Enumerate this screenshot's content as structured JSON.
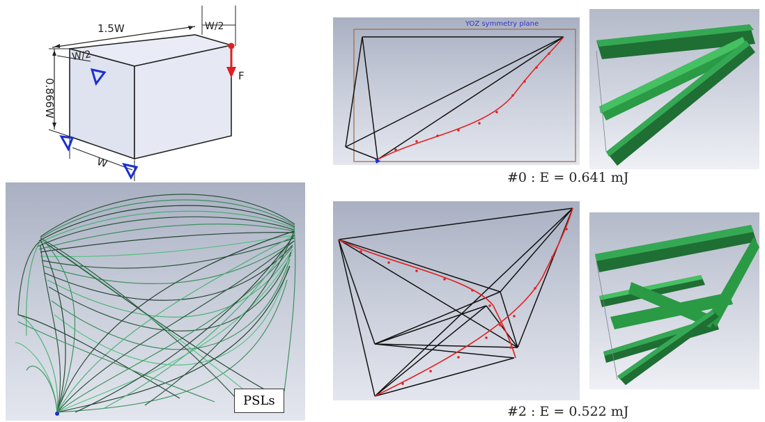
{
  "design_domain": {
    "dim_top": "1.5W",
    "dim_top_right": "W/2",
    "dim_left_top": "W/2",
    "dim_height": "0.866W",
    "dim_bottom": "W",
    "force_label": "F"
  },
  "psl_panel": {
    "label": "PSLs"
  },
  "design0": {
    "plane_label": "YOZ symmetry plane",
    "caption": "#0 : E = 0.641 mJ"
  },
  "design2": {
    "caption": "#2 : E = 0.522 mJ"
  },
  "colors": {
    "load_arrow": "#e02020",
    "support": "#1a2fd6",
    "beam": "#2a9a45",
    "psl": "#3b9a5a",
    "truss": "#111111",
    "opt_curve": "#e02424"
  }
}
